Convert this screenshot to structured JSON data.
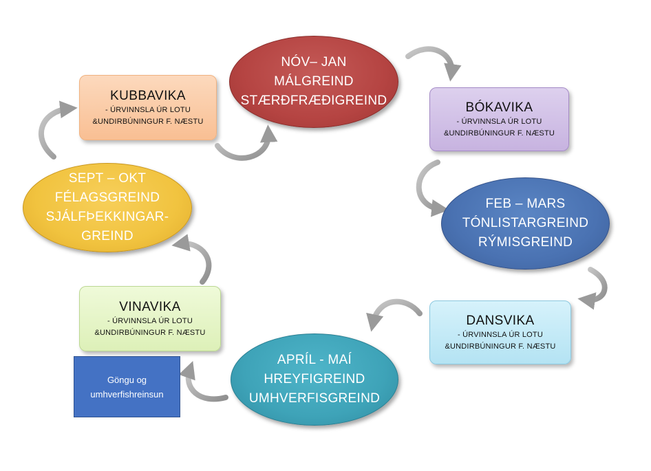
{
  "cycle": {
    "novjan": {
      "lines": [
        "NÓV– JAN",
        "MÁLGREIND",
        "STÆRÐFRÆÐIGREIND"
      ],
      "color": "#b54442"
    },
    "bokavika": {
      "title": "BÓKAVIKA",
      "sub": [
        "-  ÚRVINNSLA ÚR LOTU",
        "&UNDIRBÚNINGUR F. NÆSTU"
      ]
    },
    "febmars": {
      "lines": [
        "FEB – MARS",
        "TÓNLISTARGREIND",
        "RÝMISGREIND"
      ],
      "color": "#4a72b2"
    },
    "dansvika": {
      "title": "DANSVIKA",
      "sub": [
        "- ÚRVINNSLA ÚR LOTU",
        "&UNDIRBÚNINGUR F. NÆSTU"
      ]
    },
    "aprilmai": {
      "lines": [
        "APRÍL - MAÍ",
        "HREYFIGREIND",
        "UMHVERFISGREIND"
      ],
      "color": "#3ea3b8"
    },
    "vinavika": {
      "title": "VINAVIKA",
      "sub": [
        "- ÚRVINNSLA ÚR LOTU",
        "&UNDIRBÚNINGUR F. NÆSTU"
      ]
    },
    "septokt": {
      "lines": [
        "SEPT – OKT",
        "FÉLAGSGREIND",
        "SJÁLFÞEKKINGAR-",
        "GREIND"
      ],
      "color": "#f1c33f"
    },
    "kubbavika": {
      "title": "KUBBAVIKA",
      "sub": [
        "- ÚRVINNSLA ÚR LOTU",
        "&UNDIRBÚNINGUR F. NÆSTU"
      ]
    }
  },
  "note": {
    "lines": [
      "Göngu og",
      "umhverfishreinsun"
    ],
    "color": "#4472c4"
  },
  "arrow_color": "#a6a6a6"
}
